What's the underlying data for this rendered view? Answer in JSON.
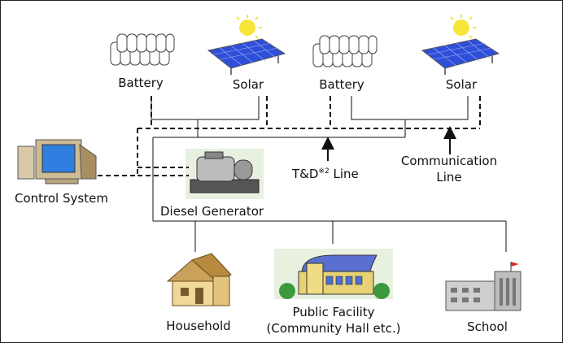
{
  "diagram": {
    "nodes": {
      "battery_left": "Battery",
      "solar_left": "Solar",
      "battery_right": "Battery",
      "solar_right": "Solar",
      "control_system": "Control System",
      "diesel_generator": "Diesel Generator",
      "household": "Household",
      "public_facility_line1": "Public Facility",
      "public_facility_line2": "(Community Hall etc.)",
      "school": "School"
    },
    "annotations": {
      "td_prefix": "T&D",
      "td_note": "※2",
      "td_suffix": " Line",
      "comm_line1": "Communication",
      "comm_line2": "Line"
    },
    "colors": {
      "line": "#111111",
      "panel_blue": "#2f4fd8",
      "sun": "#f7e63a",
      "roof": "#c9a15a",
      "hall_roof": "#5a6fd0",
      "hall_wall": "#e8d276",
      "flag": "#d22a2a",
      "monitor": "#2f7fe0"
    }
  }
}
